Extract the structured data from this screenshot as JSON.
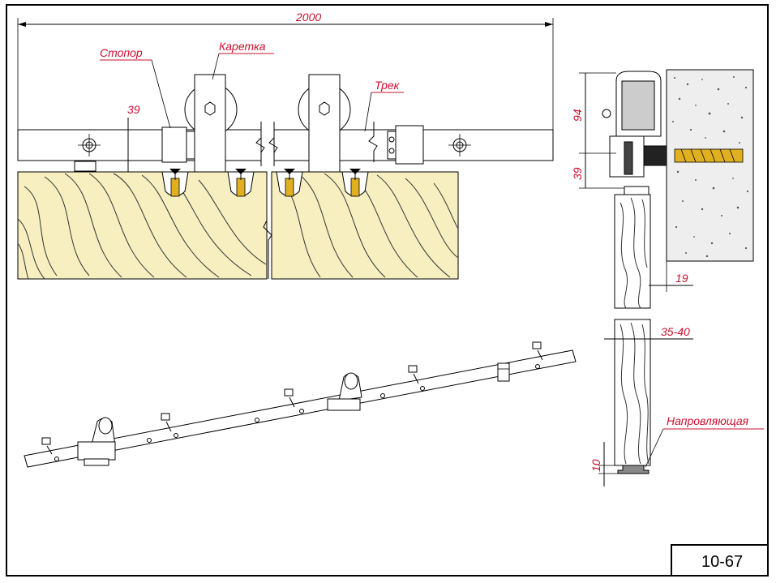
{
  "drawing": {
    "code": "10-67",
    "labels": {
      "stopper": "Стопор",
      "carriage": "Каретка",
      "track": "Трек",
      "guide": "Напровляющая"
    },
    "dimensions": {
      "length": "2000",
      "track_height": "39",
      "carriage_height": "94",
      "mount_height": "39",
      "wall_gap": "19",
      "door_thickness": "35-40",
      "guide_height": "10"
    },
    "colors": {
      "label_red": "#c8102e",
      "wood_fill": "#f7efc0",
      "brass": "#e0b020"
    }
  }
}
